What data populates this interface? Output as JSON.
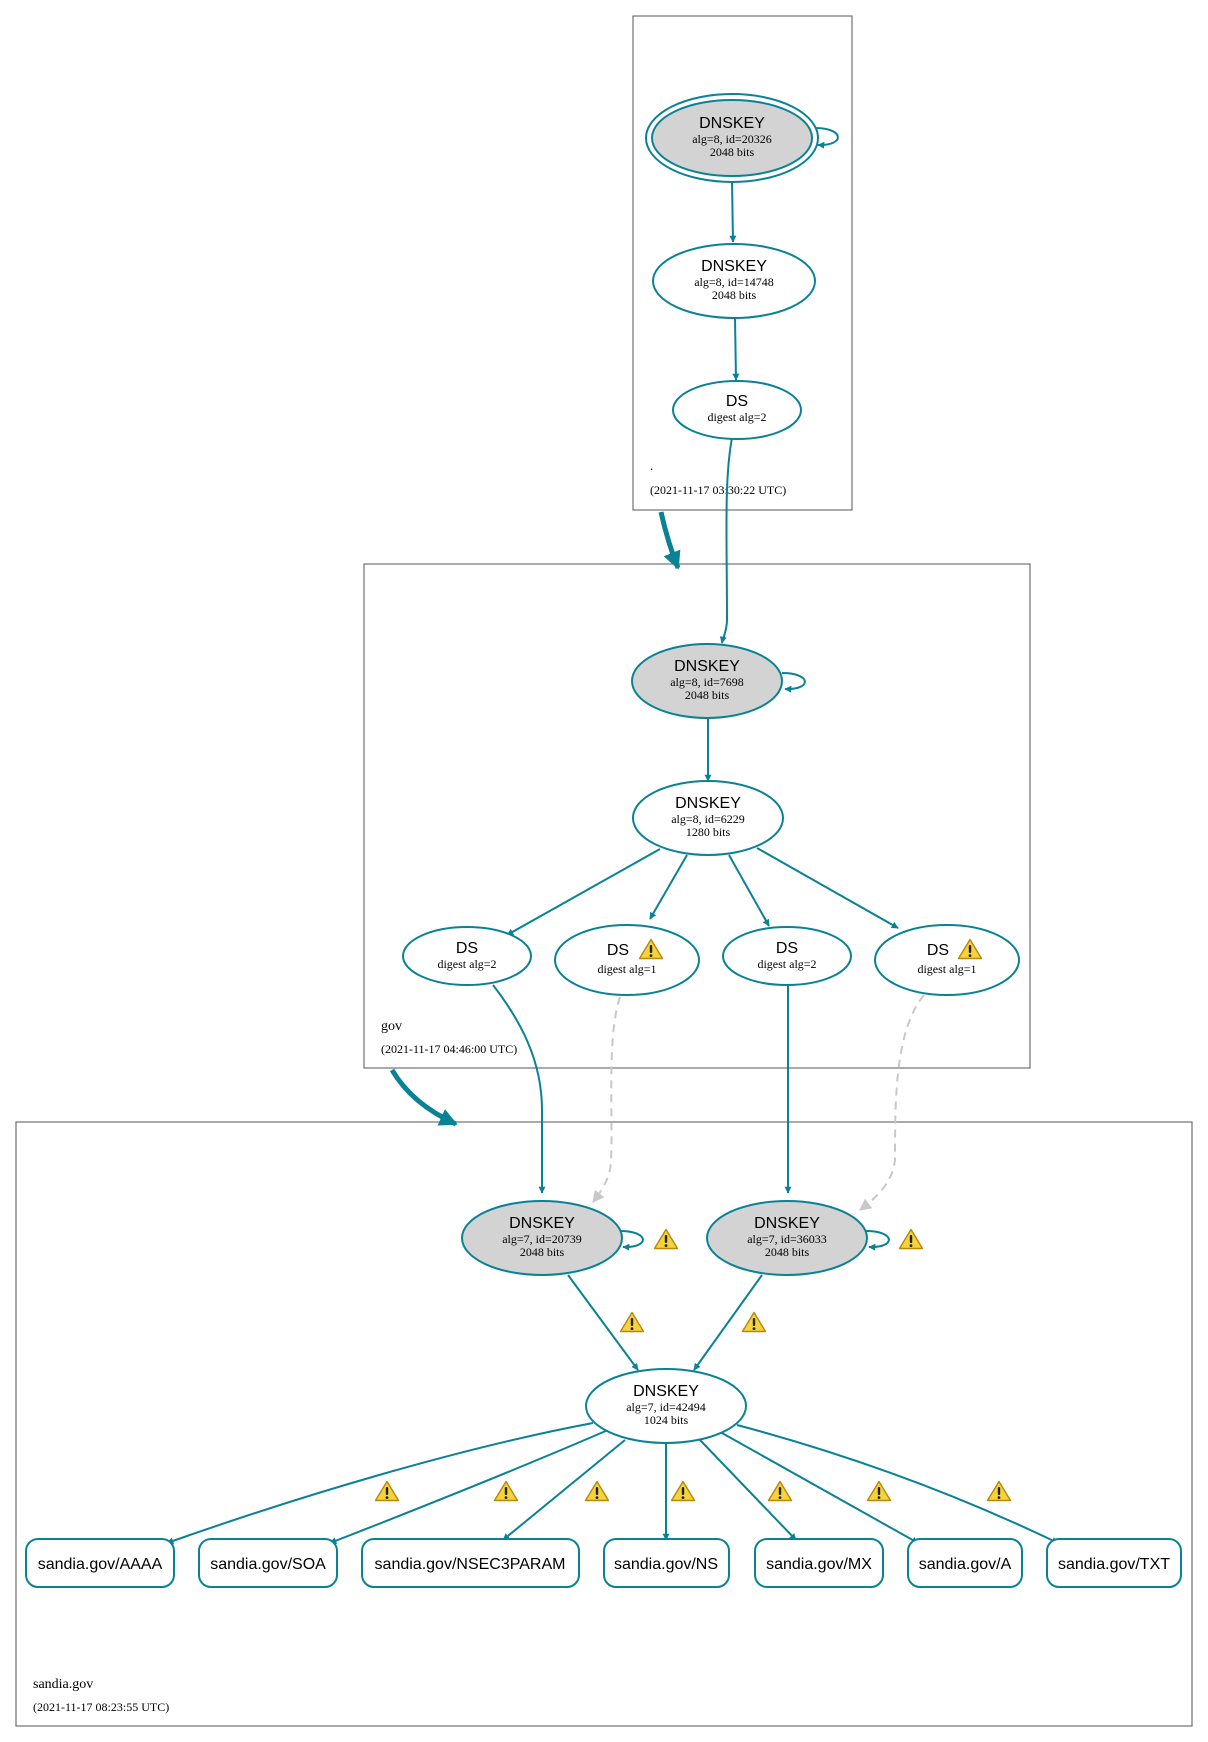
{
  "zones": [
    {
      "id": "root",
      "name": ".",
      "timestamp": "(2021-11-17 03:30:22 UTC)"
    },
    {
      "id": "gov",
      "name": "gov",
      "timestamp": "(2021-11-17 04:46:00 UTC)"
    },
    {
      "id": "sandia",
      "name": "sandia.gov",
      "timestamp": "(2021-11-17 08:23:55 UTC)"
    }
  ],
  "nodes": {
    "root_ksk": {
      "title": "DNSKEY",
      "line1": "alg=8, id=20326",
      "line2": "2048 bits"
    },
    "root_zsk": {
      "title": "DNSKEY",
      "line1": "alg=8, id=14748",
      "line2": "2048 bits"
    },
    "root_ds": {
      "title": "DS",
      "line1": "digest alg=2"
    },
    "gov_ksk": {
      "title": "DNSKEY",
      "line1": "alg=8, id=7698",
      "line2": "2048 bits"
    },
    "gov_zsk": {
      "title": "DNSKEY",
      "line1": "alg=8, id=6229",
      "line2": "1280 bits"
    },
    "gov_ds1": {
      "title": "DS",
      "line1": "digest alg=2"
    },
    "gov_ds2": {
      "title": "DS",
      "line1": "digest alg=1"
    },
    "gov_ds3": {
      "title": "DS",
      "line1": "digest alg=2"
    },
    "gov_ds4": {
      "title": "DS",
      "line1": "digest alg=1"
    },
    "sandia_ksk1": {
      "title": "DNSKEY",
      "line1": "alg=7, id=20739",
      "line2": "2048 bits"
    },
    "sandia_ksk2": {
      "title": "DNSKEY",
      "line1": "alg=7, id=36033",
      "line2": "2048 bits"
    },
    "sandia_zsk": {
      "title": "DNSKEY",
      "line1": "alg=7, id=42494",
      "line2": "1024 bits"
    }
  },
  "rrsets": [
    {
      "label": "sandia.gov/AAAA"
    },
    {
      "label": "sandia.gov/SOA"
    },
    {
      "label": "sandia.gov/NSEC3PARAM"
    },
    {
      "label": "sandia.gov/NS"
    },
    {
      "label": "sandia.gov/MX"
    },
    {
      "label": "sandia.gov/A"
    },
    {
      "label": "sandia.gov/TXT"
    }
  ],
  "colors": {
    "edge": "#0a8295",
    "ksk_fill": "#d3d3d3",
    "node_fill": "#ffffff",
    "zone_border": "#555555",
    "insecure_edge": "#c8c8c8",
    "warning_fill": "#f5d33a",
    "warning_stroke": "#b8870b"
  },
  "icons": {
    "warning": "warning-icon"
  }
}
